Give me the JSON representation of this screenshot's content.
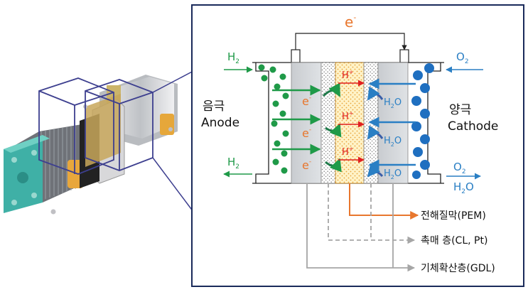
{
  "diagram": {
    "electron_top": "e",
    "electron_top_sup": "-",
    "h2_in": {
      "base": "H",
      "sub": "2"
    },
    "h2_out": {
      "base": "H",
      "sub": "2"
    },
    "o2_in": {
      "base": "O",
      "sub": "2"
    },
    "o2_out": {
      "base": "O",
      "sub": "2"
    },
    "h2o_out": {
      "base": "H",
      "sub": "2",
      "tail": "O"
    },
    "anode_ko": "음극",
    "anode_en": "Anode",
    "cathode_ko": "양극",
    "cathode_en": "Cathode",
    "electron_label": {
      "base": "e",
      "sup": "-"
    },
    "proton_label": {
      "base": "H",
      "sup": "+"
    },
    "water_label": {
      "base": "H",
      "sub": "2",
      "tail": "O"
    },
    "legend_pem": "전해질막(PEM)",
    "legend_cl": "촉매 층(CL, Pt)",
    "legend_gdl": "기체확산층(GDL)"
  },
  "colors": {
    "frame": "#1a2a5a",
    "orange": "#e8772e",
    "green": "#1f9a48",
    "blue": "#2a7fc4",
    "gray_arrow": "#a6a6a6"
  }
}
